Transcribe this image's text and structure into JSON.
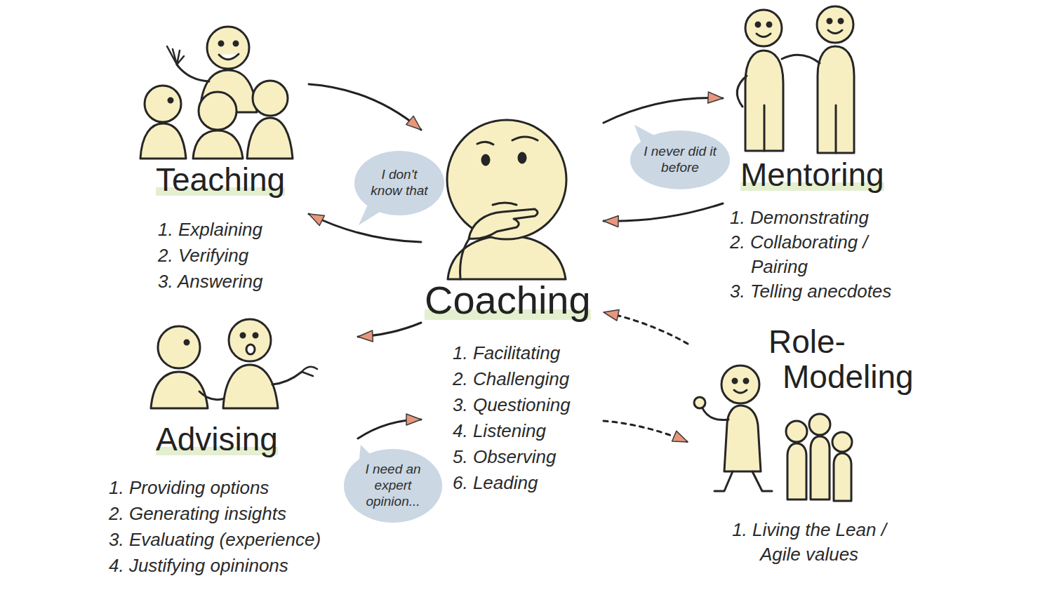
{
  "diagram": {
    "nodes": [
      {
        "text": [
          "Teaching",
          "1. Explaining",
          "2. Verifying",
          "3. Answering"
        ]
      },
      {
        "text": [
          "Coaching",
          "1. Facilitating",
          "2. Challenging",
          "3. Questioning",
          "4. Listening",
          "5. Observing",
          "6. Leading"
        ]
      },
      {
        "text": [
          "Mentoring",
          "1. Demonstrating",
          "2. Collaborating / Pairing",
          "3. Telling anecdotes"
        ]
      },
      {
        "text": [
          "Advising",
          "1. Providing options",
          "2. Generating insights",
          "3. Evaluating (experience)",
          "4. Justifying opininons"
        ]
      },
      {
        "text": [
          "Role-Modeling",
          "1. Living the Lean / Agile values"
        ]
      },
      {
        "text": [
          "I don't know that"
        ]
      },
      {
        "text": [
          "I never did it before"
        ]
      },
      {
        "text": [
          "I need an expert opinion..."
        ]
      }
    ],
    "edges": [
      {
        "from": 0,
        "to": 1,
        "arrow": "to"
      },
      {
        "from": 1,
        "to": 0,
        "arrow": "to"
      },
      {
        "from": 1,
        "to": 2,
        "arrow": "to"
      },
      {
        "from": 2,
        "to": 1,
        "arrow": "to"
      },
      {
        "from": 1,
        "to": 3,
        "arrow": "to"
      },
      {
        "from": 3,
        "to": 1,
        "arrow": "to"
      },
      {
        "from": 4,
        "to": 1,
        "arrow": "to"
      },
      {
        "from": 1,
        "to": 4,
        "arrow": "to"
      }
    ]
  }
}
